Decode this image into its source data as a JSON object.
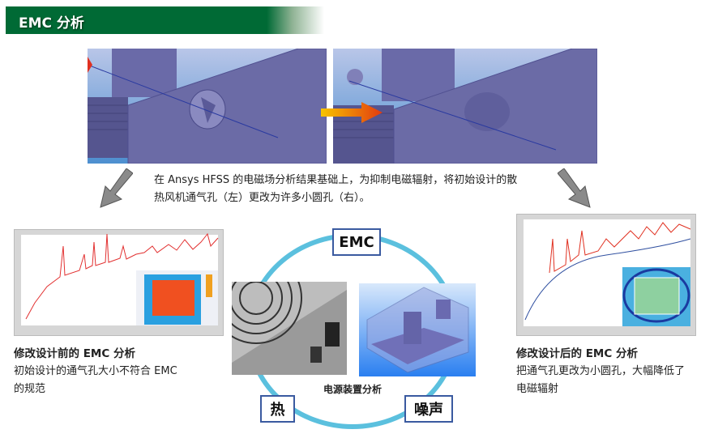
{
  "header": {
    "title": "EMC 分析",
    "color": "#006a35"
  },
  "intro": {
    "line1": "在  Ansys HFSS  的电磁场分析结果基础上，为抑制电磁辐射，将初始设计的散",
    "line2": "热风机通气孔（左）更改为许多小圆孔（右）。"
  },
  "before": {
    "title": "修改设计前的 EMC 分析",
    "line1": "初始设计的通气孔大小不符合  EMC",
    "line2": "的规范"
  },
  "after": {
    "title": "修改设计后的 EMC 分析",
    "line1": "把通气孔更改为小圆孔，大幅降低了",
    "line2": "电磁辐射"
  },
  "cycle": {
    "center": "电源装置分析",
    "nodes": [
      "EMC",
      "热",
      "噪声"
    ],
    "ring_color": "#5bc0de",
    "box_border": "#3a5aa0"
  },
  "icons": [
    "arrow-right-icon",
    "arrow-down-left-icon",
    "arrow-down-right-icon"
  ]
}
